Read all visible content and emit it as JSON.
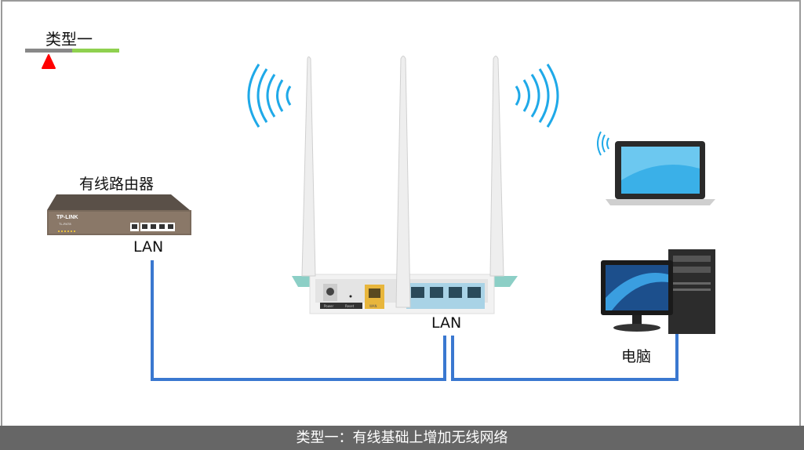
{
  "type_label": "类型一",
  "wired_router": {
    "label": "有线路由器",
    "brand": "TP-LINK",
    "model": "TL-R478",
    "port_label": "LAN"
  },
  "wireless_router": {
    "port_label": "LAN",
    "rear_labels": [
      "Power",
      "Reset",
      "WAN"
    ]
  },
  "computer": {
    "label": "电脑"
  },
  "caption": "类型一：有线基础上增加无线网络",
  "colors": {
    "cable": "#3a78d0",
    "wifi": "#1fa9e8",
    "progress_done": "#888888",
    "progress_rest": "#8fd14f",
    "marker": "#ff0000",
    "caption_bg": "#666666"
  },
  "progress": {
    "position_fraction": 0.25,
    "step": 1
  }
}
